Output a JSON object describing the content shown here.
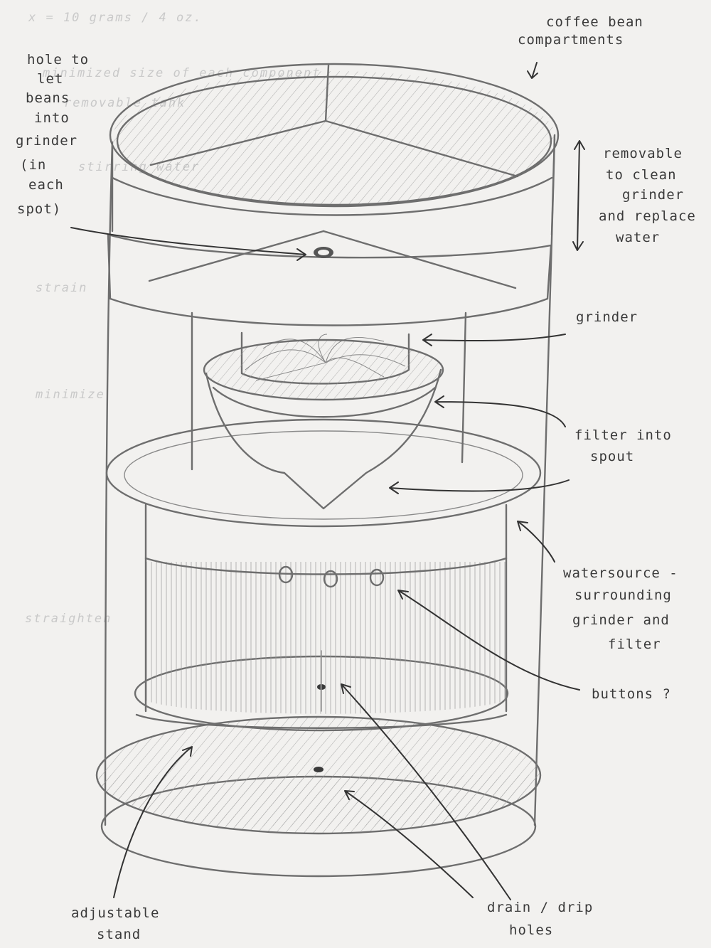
{
  "background_notes": [
    "x = 10 grams / 4 oz.",
    "minimized size of each component",
    "removable tank",
    "stirring water",
    "strain",
    "minimize",
    "straighten"
  ],
  "labels": {
    "coffee_bean": [
      "coffee bean",
      "compartments"
    ],
    "hole_beans": [
      "hole to",
      "let",
      "beans",
      "into",
      "grinder",
      "(in",
      "each",
      "spot)"
    ],
    "removable": [
      "removable",
      "to clean",
      "grinder",
      "and replace",
      "water"
    ],
    "grinder": [
      "grinder"
    ],
    "filter": [
      "filter into",
      "spout"
    ],
    "watersource": [
      "watersource -",
      "surrounding",
      "grinder and",
      "filter"
    ],
    "buttons": [
      "buttons ?"
    ],
    "stand": [
      "adjustable",
      "stand"
    ],
    "drain": [
      "drain / drip",
      "holes"
    ]
  },
  "colors": {
    "paper": "#f2f1ef",
    "pencil": "#6e6e6e",
    "ink": "#3a3a3a",
    "ghost_text": "#c9c9c9"
  }
}
